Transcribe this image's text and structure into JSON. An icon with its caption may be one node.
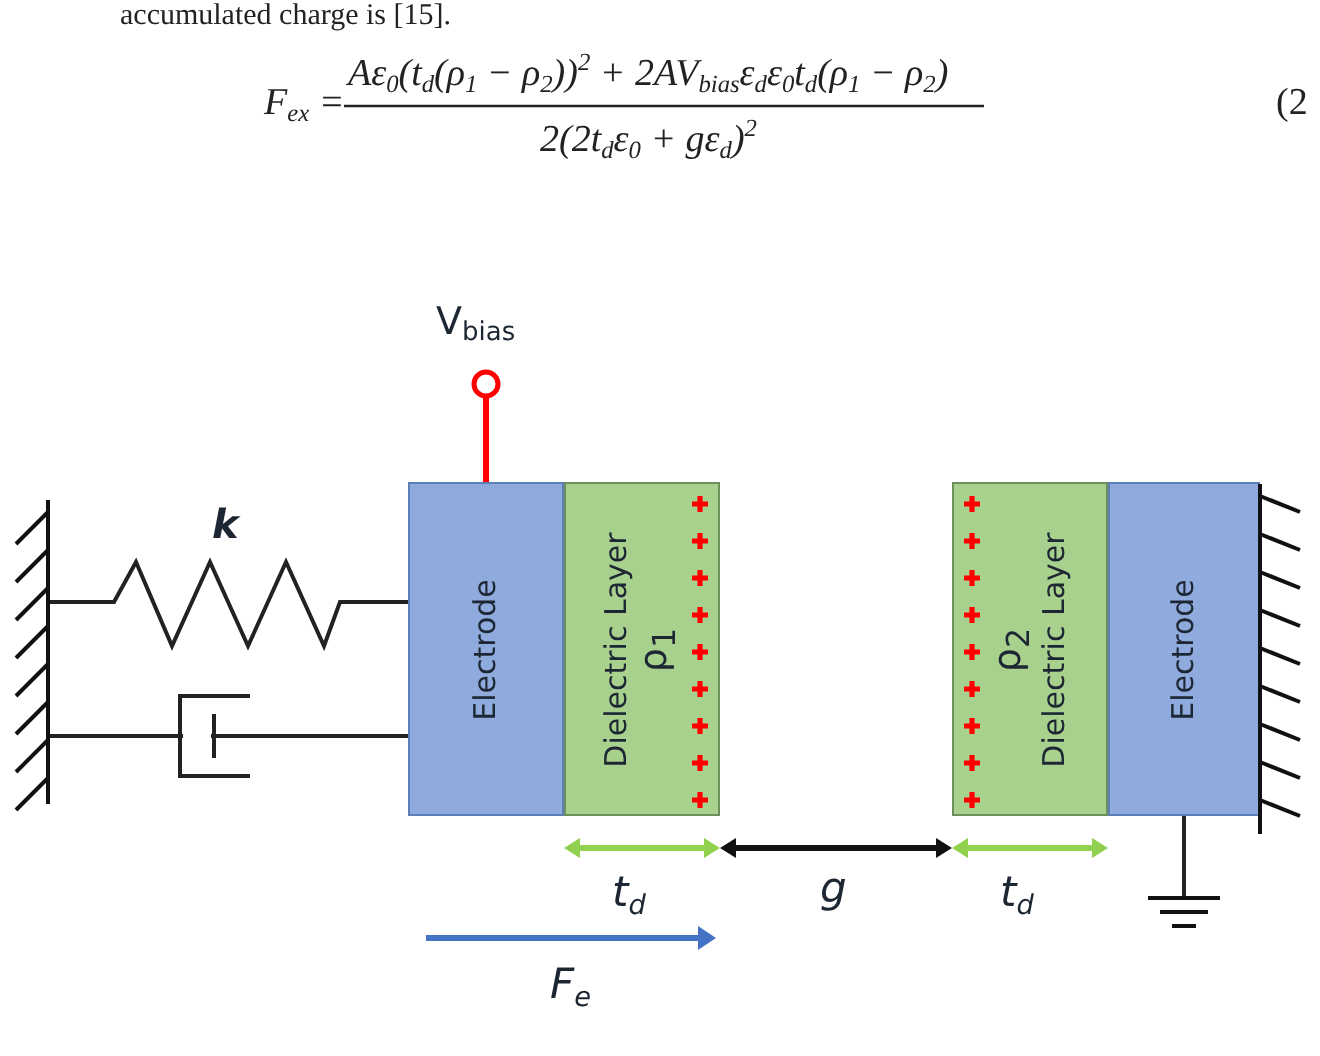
{
  "diagram": {
    "nodes": [
      {
        "text": [],
        "shape": "wall"
      },
      {
        "text": [
          "Electrode"
        ]
      },
      {
        "text": [
          "Dielectric Layer",
          "ρ$_{1}$"
        ]
      },
      {
        "text": [],
        "shape": "circle",
        "beside": [
          "V$_{bias}$"
        ]
      },
      {
        "text": [
          "ρ$_{2}$",
          "Dielectric Layer"
        ]
      },
      {
        "text": [
          "Electrode"
        ]
      },
      {
        "text": [],
        "shape": "wall"
      },
      {
        "text": [],
        "shape": "ground"
      }
    ],
    "edges": [
      {
        "from": 0,
        "to": 1,
        "arrow": "none",
        "label": "k"
      },
      {
        "from": 0,
        "to": 1,
        "arrow": "none"
      },
      {
        "from": 3,
        "to": 1,
        "arrow": "none",
        "color": "#ff0000"
      },
      {
        "from": 5,
        "to": 7,
        "arrow": "none"
      }
    ],
    "labels": [
      "accumulated charge is [15].",
      "F$_{ex}$ =",
      "Aε$_{0}$(t$_{d}$(ρ$_{1}$ − ρ$_{2}$))$^{2}$ + 2AV$_{bias}$ε$_{d}$ε$_{0}$t$_{d}$(ρ$_{1}$ − ρ$_{2}$)",
      "2(2t$_{d}$ε$_{0}$ + gε$_{d}$)$^{2}$",
      "(2",
      "t$_{d}$",
      "g",
      "t$_{d}$",
      "F$_{e}$"
    ]
  }
}
